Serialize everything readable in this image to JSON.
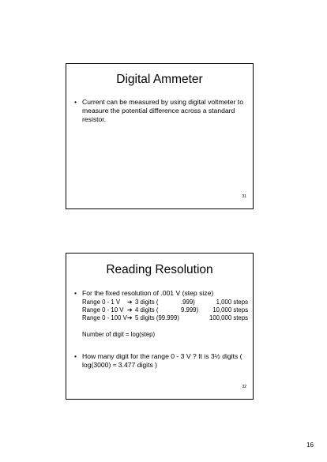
{
  "slides": [
    {
      "title": "Digital Ammeter",
      "bullets": [
        "Current can be measured by using digital voltmeter to measure the potential difference across a standard resistor."
      ],
      "slide_number": "31"
    },
    {
      "title": "Reading Resolution",
      "bullets": [
        "For the fixed resolution of .001 V (step size)",
        "How many digit for the range 0 - 3 V ? It is 3½ digits ( log(3000) ≈ 3.477 digits )"
      ],
      "ranges": [
        {
          "label": "Range 0 - 1 V",
          "digits": "3 digits (",
          "resolution": ".999)",
          "steps": "1,000 steps"
        },
        {
          "label": "Range 0 - 10 V",
          "digits": "4 digits (",
          "resolution": "9.999)",
          "steps": "10,000 steps"
        },
        {
          "label": "Range 0 - 100 V",
          "digits": "5 digits (99.999)",
          "resolution": "",
          "steps": "100,000 steps"
        }
      ],
      "number_of_digit": "Number of digit = log(step)",
      "slide_number": "32"
    }
  ],
  "bullet_symbol": "•",
  "arrow_symbol": "➔",
  "page_number": "16"
}
